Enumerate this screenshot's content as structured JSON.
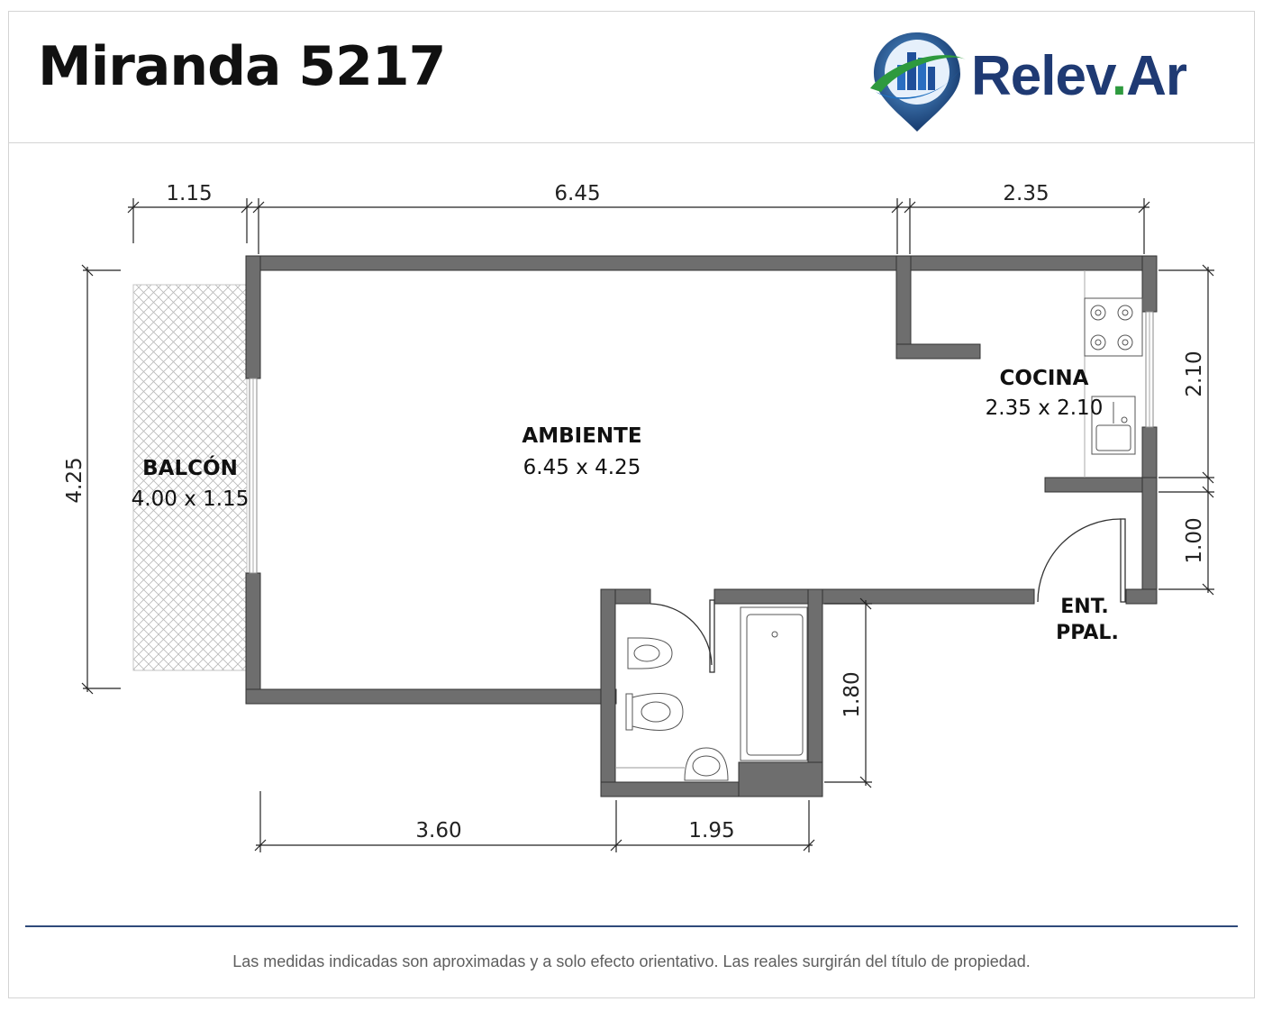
{
  "header": {
    "title": "Miranda 5217",
    "logo": {
      "icon": "map-pin-buildings-icon",
      "name_part1": "Relev",
      "name_dot": ".",
      "name_part2": "Ar",
      "colors": {
        "navy": "#1f3a73",
        "green": "#2e9a3e",
        "blue": "#2a6ec1",
        "pin_dark": "#173a6d"
      }
    }
  },
  "plan": {
    "wall_color": "#6e6e6e",
    "rooms": [
      {
        "name": "AMBIENTE",
        "size": "6.45 x 4.25"
      },
      {
        "name": "COCINA",
        "size": "2.35 x 2.10"
      },
      {
        "name": "BALCÓN",
        "size": "4.00 x 1.15"
      }
    ],
    "entrance": {
      "line1": "ENT.",
      "line2": "PPAL."
    },
    "dimensions": {
      "top": [
        "1.15",
        "6.45",
        "2.35"
      ],
      "left": "4.25",
      "right": [
        "2.10",
        "1.00"
      ],
      "bathroom": "1.80",
      "bottom": [
        "3.60",
        "1.95"
      ]
    }
  },
  "footer": {
    "disclaimer": "Las medidas indicadas son aproximadas y a solo efecto orientativo. Las reales surgirán del título de propiedad."
  }
}
